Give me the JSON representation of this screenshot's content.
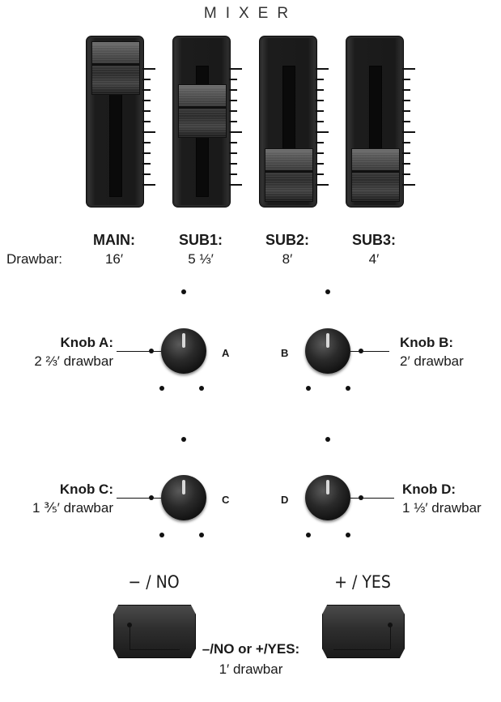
{
  "mixer": {
    "title": "MIXER",
    "drawbar_caption": "Drawbar:",
    "faders": [
      {
        "label": "MAIN:",
        "drawbar": "16′",
        "position_pct": 0
      },
      {
        "label": "SUB1:",
        "drawbar": "5 ⅓′",
        "position_pct": 40
      },
      {
        "label": "SUB2:",
        "drawbar": "8′",
        "position_pct": 100
      },
      {
        "label": "SUB3:",
        "drawbar": "4′",
        "position_pct": 100
      }
    ]
  },
  "knobs": {
    "a": {
      "title": "Knob A:",
      "desc": "2 ⅔′ drawbar",
      "letter": "A"
    },
    "b": {
      "title": "Knob B:",
      "desc": "2′ drawbar",
      "letter": "B"
    },
    "c": {
      "title": "Knob C:",
      "desc": "1 ⅗′ drawbar",
      "letter": "C"
    },
    "d": {
      "title": "Knob D:",
      "desc": "1 ⅓′ drawbar",
      "letter": "D"
    }
  },
  "buttons": {
    "no_label": "− / NO",
    "yes_label": "+ / YES",
    "caption": "–/NO  or  +/YES:",
    "caption_value": "1′ drawbar"
  }
}
